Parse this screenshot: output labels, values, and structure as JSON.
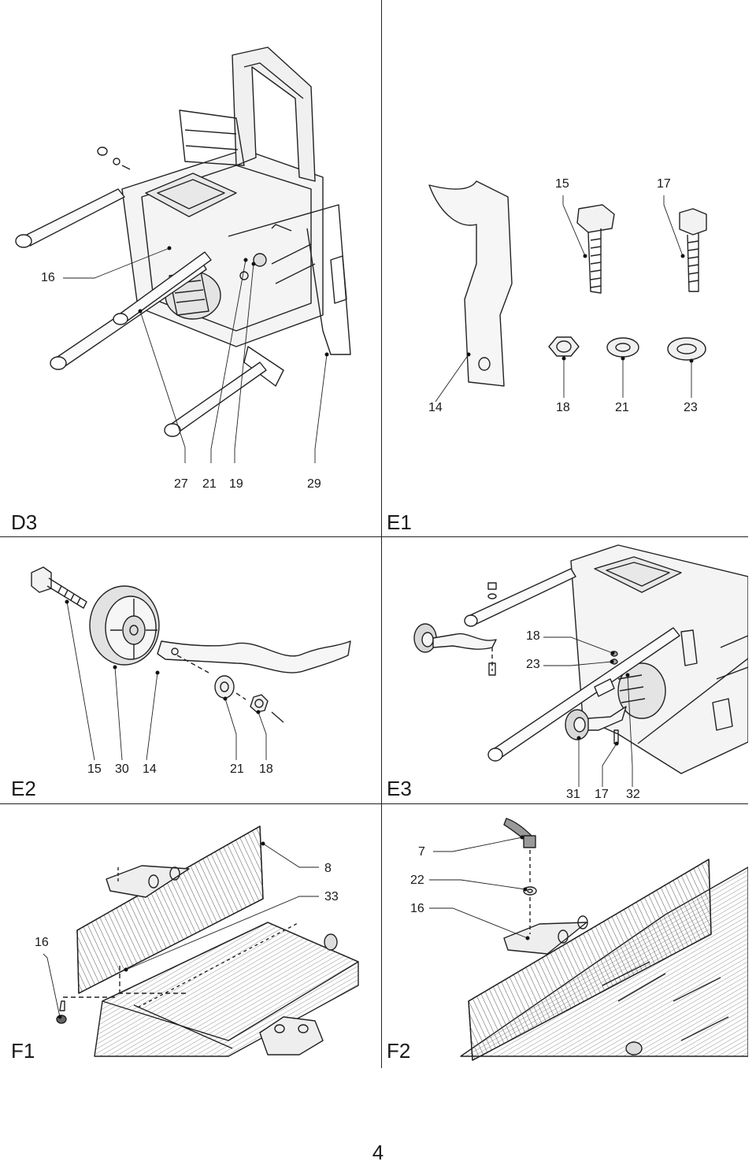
{
  "panels": {
    "d3": {
      "label": "D3",
      "callouts": [
        "16",
        "27",
        "21",
        "19",
        "29"
      ]
    },
    "e1": {
      "label": "E1",
      "callouts": [
        "15",
        "17",
        "14",
        "18",
        "21",
        "23"
      ]
    },
    "e2": {
      "label": "E2",
      "callouts": [
        "15",
        "30",
        "14",
        "21",
        "18"
      ]
    },
    "e3": {
      "label": "E3",
      "callouts": [
        "18",
        "23",
        "31",
        "17",
        "32"
      ]
    },
    "f1": {
      "label": "F1",
      "callouts": [
        "8",
        "33",
        "16"
      ]
    },
    "f2": {
      "label": "F2",
      "callouts": [
        "7",
        "22",
        "16"
      ]
    }
  },
  "page_number": "4"
}
